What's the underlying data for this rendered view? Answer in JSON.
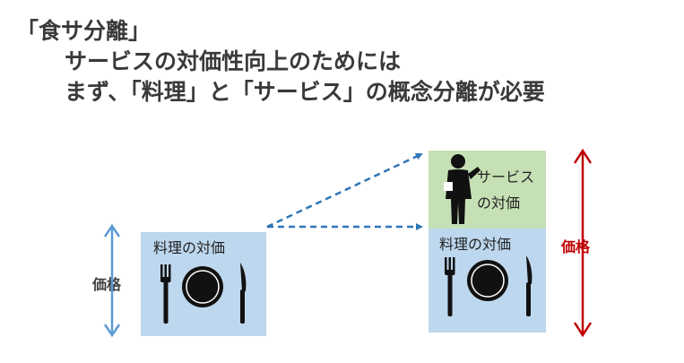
{
  "title": {
    "line1": "「食サ分離」",
    "line2": "サービスの対価性向上のためには",
    "line3": "まず、「料理」と「サービス」の概念分離が必要"
  },
  "left": {
    "price_label": "価格",
    "box_label": "料理の対価"
  },
  "right": {
    "service_label_1": "サービ",
    "service_label_2": "ス",
    "service_label_3": "の対価",
    "food_label": "料理の対価",
    "price_label": "価格"
  },
  "colors": {
    "food_box": "#bdd7ee",
    "service_box": "#c5e0b4",
    "left_arrow": "#5b9bd5",
    "right_arrow": "#c00000",
    "dashed_arrow": "#2e75b6"
  }
}
